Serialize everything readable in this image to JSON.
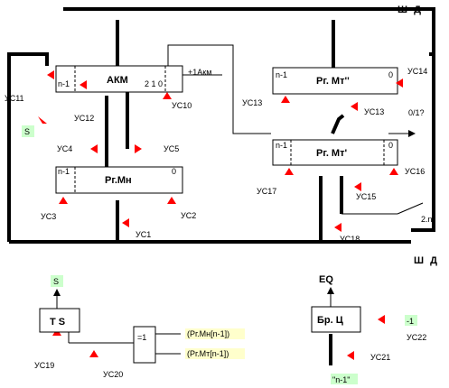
{
  "bus": {
    "top": "Ш Д",
    "bottom": "Ш Д"
  },
  "akm": {
    "name": "АКМ",
    "left_bit": "n-1",
    "bits": "2  1  0",
    "inc": "+1Акм"
  },
  "rgmn": {
    "name": "Рг.Мн",
    "left_bit": "n-1",
    "right_bit": "0"
  },
  "rgmt2": {
    "name": "Рг. Мт''",
    "left_bit": "n-1",
    "right_bit": "0"
  },
  "rgmt1": {
    "name": "Рг. Мт'",
    "left_bit": "n-1",
    "right_bit": "0"
  },
  "labels": {
    "s_top": "S",
    "zero_one": "0/1?",
    "two_n": "2.n",
    "s_out": "S",
    "ts": "T S",
    "xor": "=1",
    "in_mn": "(Рг.Мн[n-1])",
    "in_mt": "(Рг.Мт[n-1])",
    "eq": "EQ",
    "brc": "Бр. Ц",
    "minus1": "-1",
    "n_minus1": "\"n-1\""
  },
  "controls": {
    "us1": "УС1",
    "us2": "УС2",
    "us3": "УС3",
    "us4": "УС4",
    "us5": "УС5",
    "us10": "УС10",
    "us11": "УС11",
    "us12": "УС12",
    "us13a": "УС13",
    "us13b": "УС13",
    "us14": "УС14",
    "us15": "УС15",
    "us16": "УС16",
    "us17": "УС17",
    "us18": "УС18",
    "us19": "УС19",
    "us20": "УС20",
    "us21": "УС21",
    "us22": "УС22"
  },
  "colors": {
    "arrow_red": "#ff0000",
    "highlight_green": "#ccffcc",
    "highlight_yellow": "#ffffcc",
    "eq_purple": "#800080"
  }
}
